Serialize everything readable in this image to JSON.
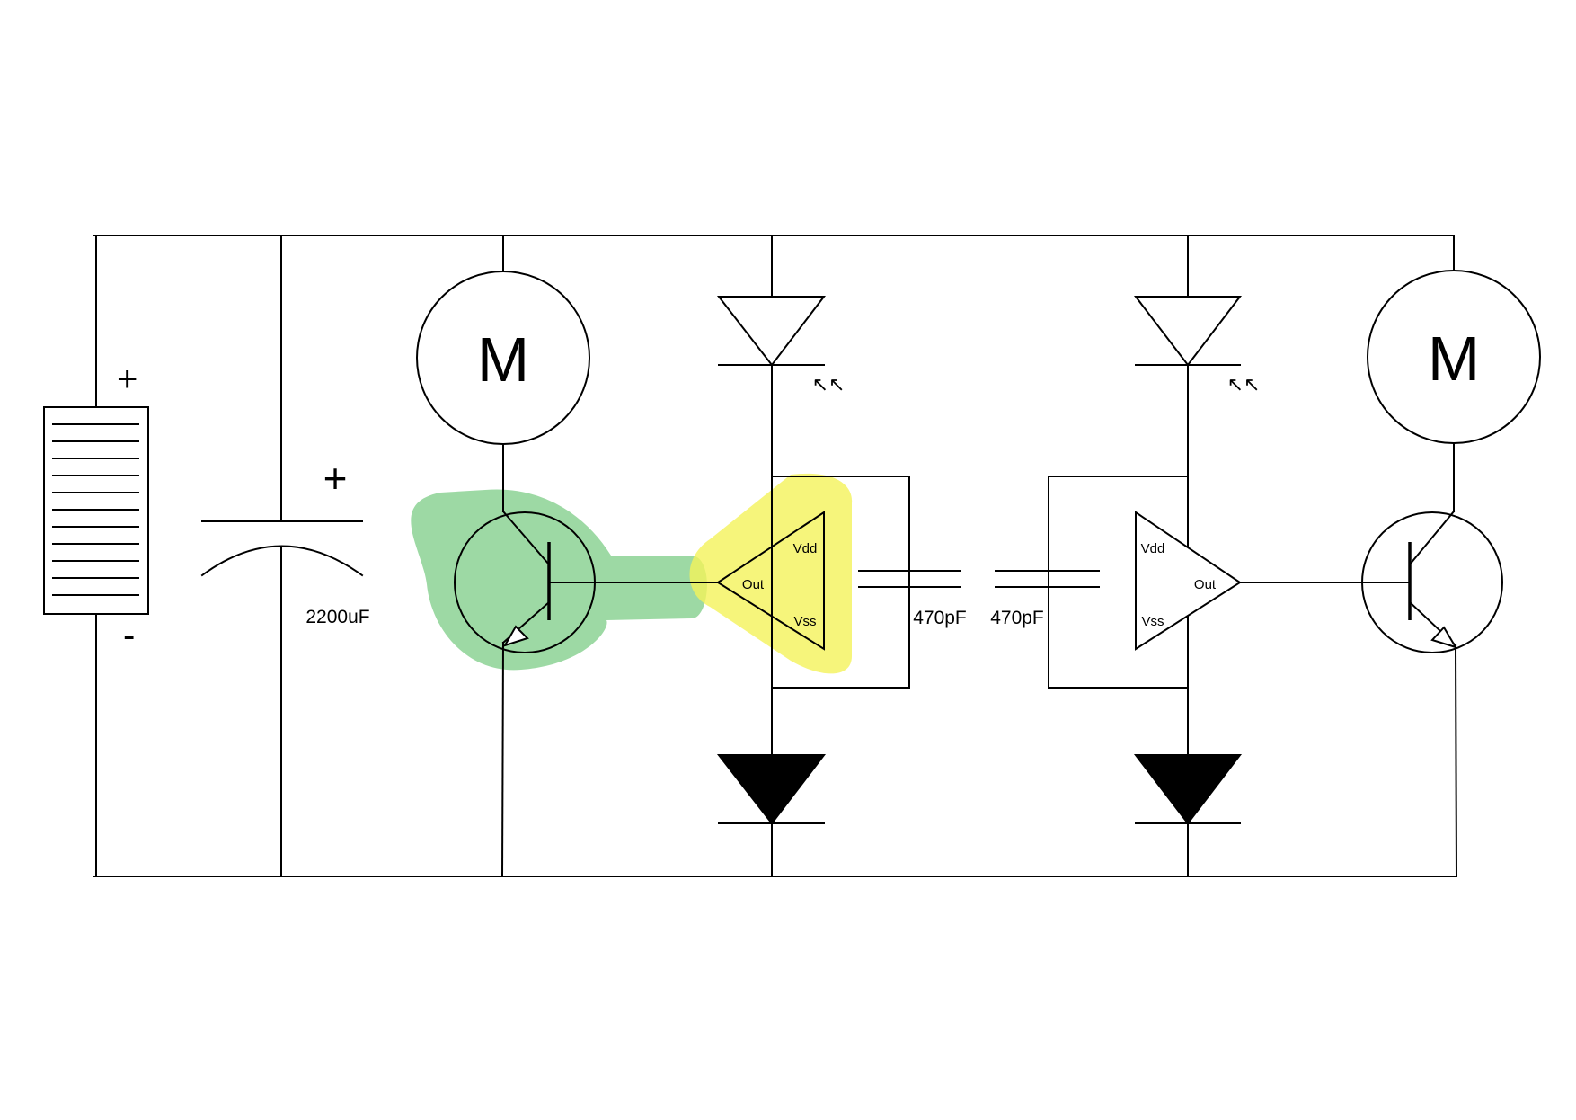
{
  "battery": {
    "plus": "+",
    "minus": "-"
  },
  "electrolytic_cap": {
    "value": "2200uF",
    "polarity": "+"
  },
  "motors": {
    "left": "M",
    "right": "M"
  },
  "ceramic_caps": {
    "left": "470pF",
    "right": "470pF"
  },
  "ics": {
    "left": {
      "vdd": "Vdd",
      "out": "Out",
      "vss": "Vss"
    },
    "right": {
      "vdd": "Vdd",
      "out": "Out",
      "vss": "Vss"
    }
  },
  "photo_arrows": {
    "left": "↖↖",
    "right": "↖↖"
  },
  "highlights": {
    "green": "#7ccc85",
    "yellow": "#f4f35a"
  }
}
